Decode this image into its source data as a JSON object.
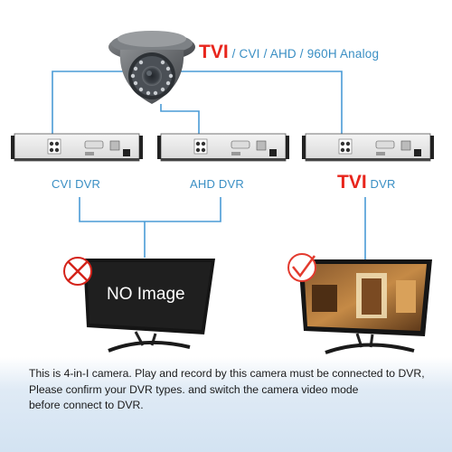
{
  "camera": {
    "modes_primary": "TVI",
    "modes_rest": " / CVI / AHD / 960H Analog"
  },
  "dvrs": [
    {
      "label": "CVI DVR"
    },
    {
      "label": "AHD DVR"
    },
    {
      "label_prefix": "TVI",
      "label": " DVR"
    }
  ],
  "monitors": [
    {
      "screen_text": "NO Image",
      "status": "incompatible"
    },
    {
      "screen_text": "",
      "status": "compatible"
    }
  ],
  "caption": {
    "lines": [
      "This is 4-in-I camera. Play and record by this camera must be connected to DVR,",
      "Please confirm your DVR types. and switch the camera video mode",
      "before connect to DVR."
    ]
  },
  "colors": {
    "connector_line": "#4a9bd6",
    "accent_red": "#e8251c",
    "label_blue": "#3a8fc4",
    "check_mark": "#e33a2e",
    "cross_mark": "#d4231a"
  }
}
